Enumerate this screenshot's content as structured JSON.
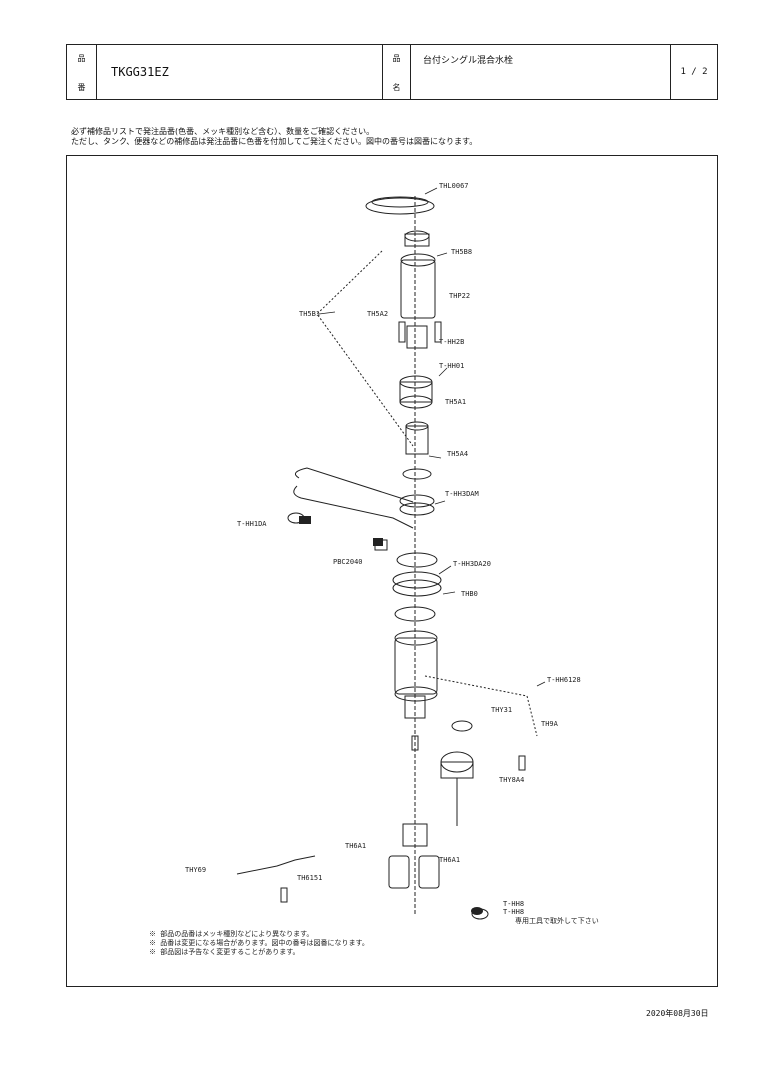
{
  "header": {
    "number_label_top": "品",
    "number_label_bottom": "番",
    "product_code": "TKGG31EZ",
    "name_label_top": "品",
    "name_label_bottom": "名",
    "product_name": "台付シングル混合水栓",
    "page": "1 / 2"
  },
  "notes": {
    "line1": "必ず補修品リストで発注品番(色番、メッキ種別など含む）、数量をご確認ください。",
    "line2": "ただし、タンク、便器などの補修品は発注品番に色番を付加してご発注ください。図中の番号は図番になります。"
  },
  "diagram": {
    "part_labels": [
      "THL0067",
      "TH5B8",
      "TH5B1",
      "THP22",
      "TH5A2",
      "T-HH2B",
      "T-HH01",
      "TH5A4",
      "TH5A1",
      "T-HH3DAM",
      "T-HH1DA",
      "PBC2040",
      "T-HH3DA20",
      "THB0",
      "T-HH6128",
      "THY31",
      "TH9A",
      "THY8A4",
      "TH6A1",
      "TH6A1",
      "THY69",
      "TH6151",
      "T-HH8",
      "T-HH8"
    ],
    "side_note": "専用工具で取外して下さい",
    "footnote_lines": [
      "※ 部品の品番はメッキ種別などにより異なります。",
      "※ 品番は変更になる場合があります。図中の番号は図番になります。",
      "※ 部品図は予告なく変更することがあります。"
    ]
  },
  "footer": {
    "date": "2020年08月30日"
  }
}
